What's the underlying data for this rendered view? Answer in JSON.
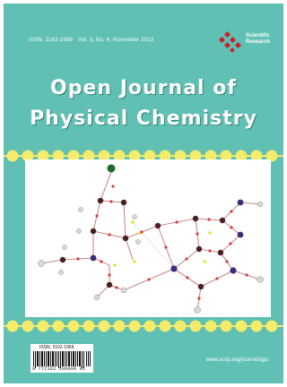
{
  "header": {
    "issn": "ISSN: 2162-1969",
    "volume_info": "Vol. 3, No. 4, November 2013"
  },
  "publisher": {
    "line1": "Scientific",
    "line2": "Research",
    "logo_icon": "scientific-research-logo"
  },
  "journal": {
    "title_line1": "Open Journal of",
    "title_line2": "Physical Chemistry"
  },
  "figure": {
    "subject": "molecular-structure-model"
  },
  "footer": {
    "barcode_issn": "ISSN: 2162-1969",
    "barcode_digits": "9 772162 196006   01",
    "url": "www.scirp.org/journal/ojpc"
  },
  "colors": {
    "background": "#5fc0b3",
    "dot_band": "#f4ec6a",
    "logo_red": "#c8222b",
    "title": "#ffffff"
  }
}
